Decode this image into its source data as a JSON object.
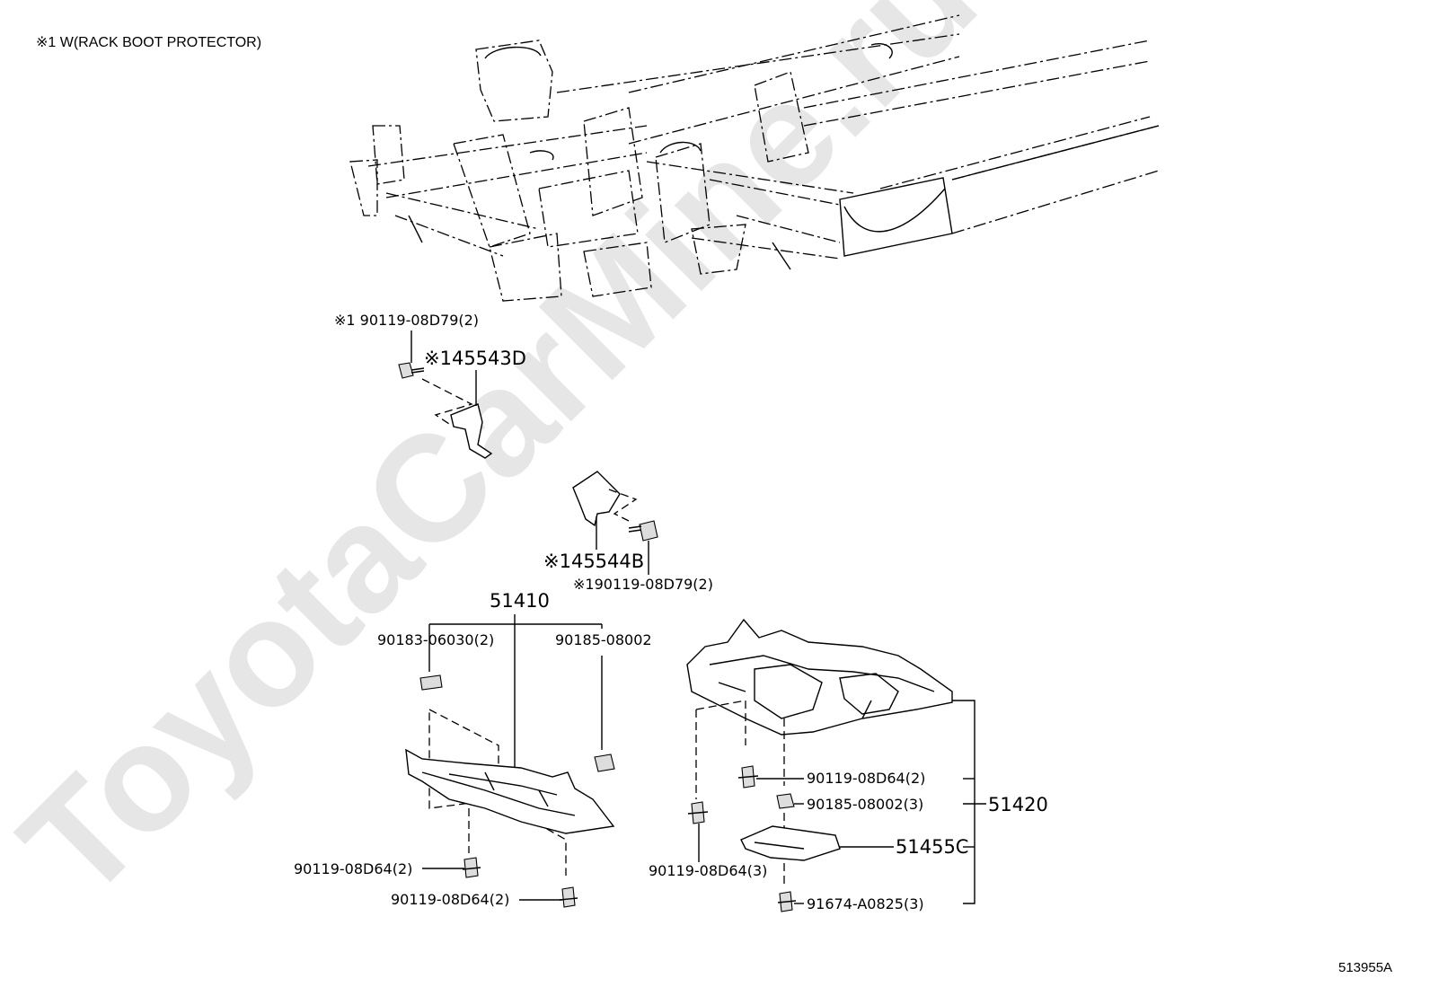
{
  "note": "※1 W(RACK BOOT PROTECTOR)",
  "watermark": "ToyotaCarMine.ru",
  "diagram_ref": "513955A",
  "callouts": {
    "bolt_top_left": "※1 90119-08D79(2)",
    "bracket_left": "※145543D",
    "bracket_right": "※145544B",
    "bolt_right": "※190119-08D79(2)",
    "cover_front": "51410",
    "nut_left": "90183-06030(2)",
    "clip_right": "90185-08002",
    "bolt_front_a": "90119-08D64(2)",
    "bolt_front_b": "90119-08D64(2)",
    "bolt_rear_a": "90119-08D64(2)",
    "clip_rear": "90185-08002(3)",
    "cover_rear": "51420",
    "sub_cover": "51455C",
    "bolt_rear_b": "90119-08D64(3)",
    "screw_rear": "91674-A0825(3)"
  }
}
